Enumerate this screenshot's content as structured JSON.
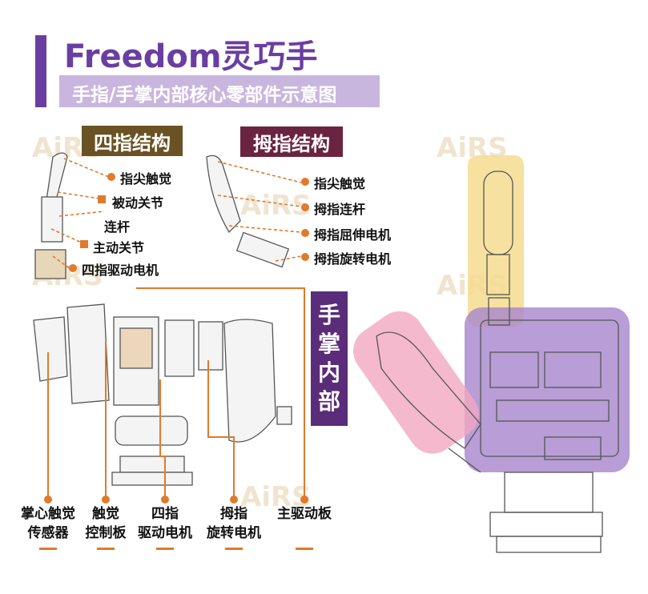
{
  "header": {
    "title": "Freedom灵巧手",
    "subtitle": "手指/手掌内部核心零部件示意图"
  },
  "sections": {
    "four_finger": "四指结构",
    "thumb": "拇指结构",
    "palm": [
      "手",
      "掌",
      "内",
      "部"
    ]
  },
  "four_finger_labels": {
    "tip_sensor": "指尖触觉",
    "passive_joint": "被动关节",
    "linkage": "连杆",
    "active_joint": "主动关节",
    "drive_motor": "四指驱动电机"
  },
  "thumb_labels": {
    "tip_sensor": "指尖触觉",
    "linkage": "拇指连杆",
    "flex_motor": "拇指屈伸电机",
    "rotation_motor": "拇指旋转电机"
  },
  "palm_labels": [
    {
      "line1": "掌心触觉",
      "line2": "传感器"
    },
    {
      "line1": "触觉",
      "line2": "控制板"
    },
    {
      "line1": "四指",
      "line2": "驱动电机"
    },
    {
      "line1": "拇指",
      "line2": "旋转电机"
    },
    {
      "line1": "",
      "line2": "主驱动板"
    }
  ],
  "watermark": "AiRS",
  "colors": {
    "brand_purple": "#6a3ea1",
    "accent_orange": "#e07a2c",
    "highlight_yellow": "#f3d98a",
    "highlight_purple": "#a27cc9",
    "highlight_pink": "#ef9fb8"
  }
}
